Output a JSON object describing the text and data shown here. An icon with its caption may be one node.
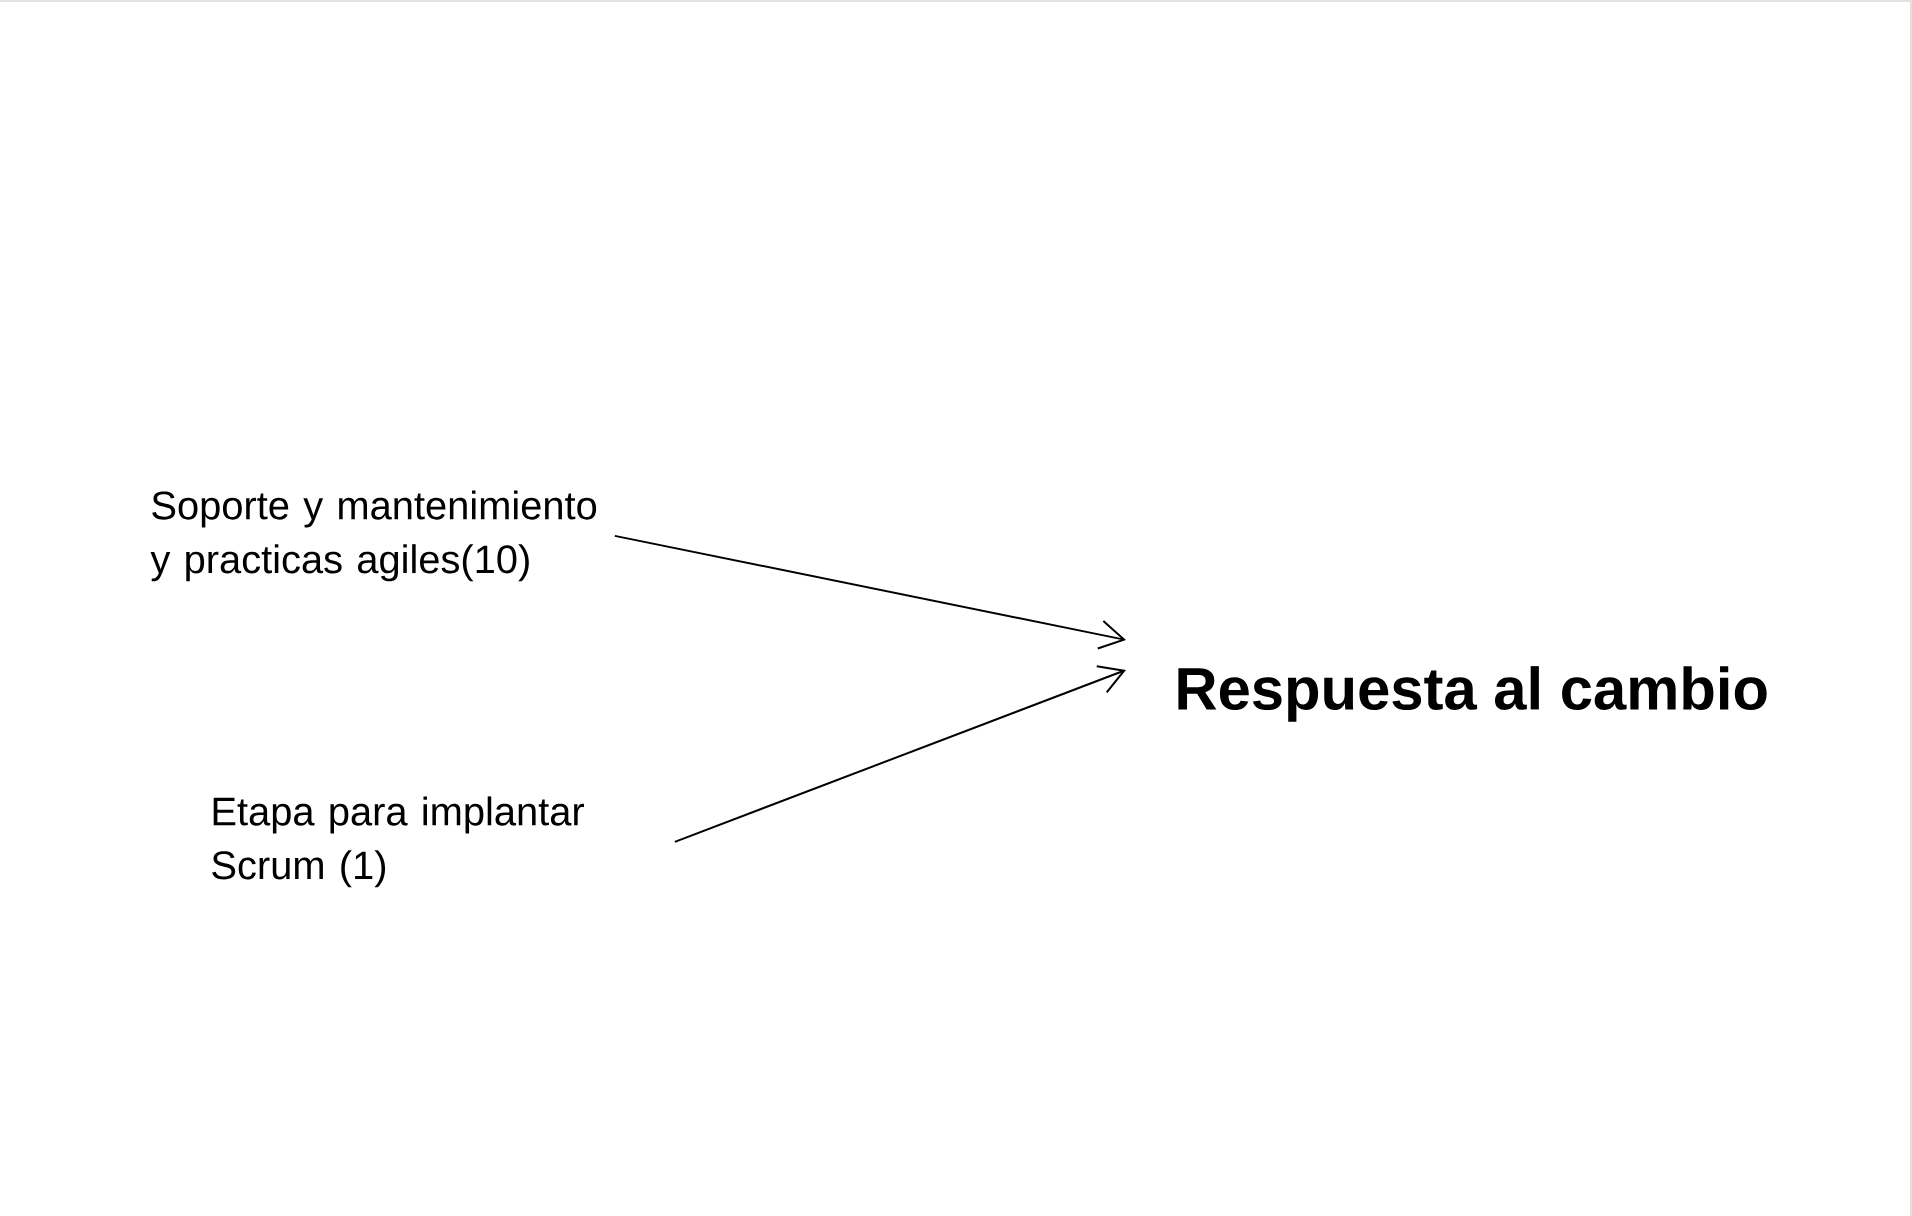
{
  "diagram": {
    "nodes": [
      {
        "text": [
          "Soporte y mantenimiento y practicas agiles(10)"
        ]
      },
      {
        "text": [
          "Etapa para implantar Scrum (1)"
        ]
      },
      {
        "text": [
          "Respuesta al cambio"
        ]
      }
    ],
    "edges": [
      {
        "from": 0,
        "to": 2,
        "arrow": "to"
      },
      {
        "from": 1,
        "to": 2,
        "arrow": "to"
      }
    ]
  }
}
